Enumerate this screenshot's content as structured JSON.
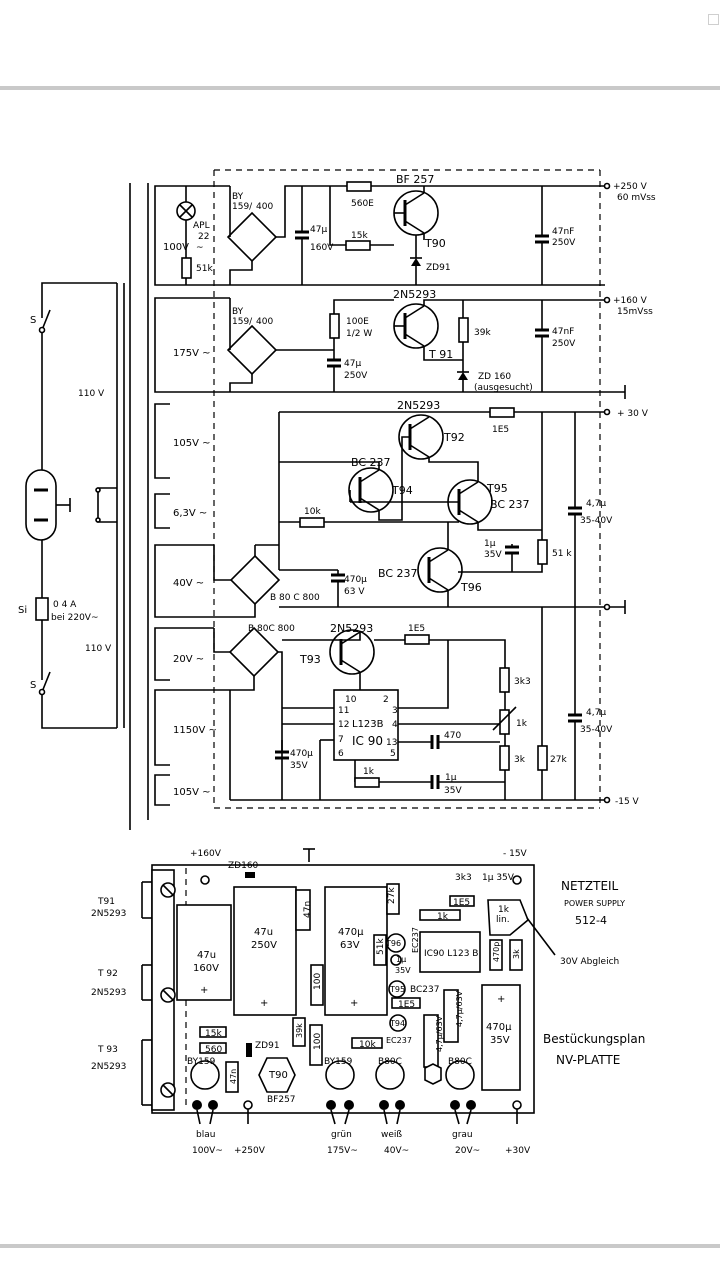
{
  "schematic": {
    "outputs": {
      "v250": "+250 V",
      "v250_ripple": "60 mVss",
      "v160": "+160 V",
      "v160_ripple": "15mVss",
      "v30": "+ 30 V",
      "vm15": "-15 V"
    },
    "windings": {
      "w100": "100V",
      "w175": "175V ~",
      "w105a": "105V ~",
      "w63": "6,3V ~",
      "w40": "40V ~",
      "w20": "20V ~",
      "w1150": "1150V ~",
      "w105b": "105V ~",
      "primary_top": "110 V",
      "primary_bottom": "110 V"
    },
    "mains": {
      "switch_top": "S",
      "switch_bottom": "S",
      "fuse_ref": "Si",
      "fuse_value": "0 4 A",
      "fuse_note": "bei 220V~"
    },
    "parts": {
      "lamp": "APL",
      "lamp_num": "22",
      "lamp_tilde": "~",
      "r51k_top": "51k",
      "by_1a": "BY",
      "by_1b": "159/",
      "by_1c": "400",
      "by_2a": "BY",
      "by_2b": "159/",
      "by_2c": "400",
      "c47_160_a": "47µ",
      "c47_160_b": "160V",
      "r560e": "560E",
      "r15k": "15k",
      "bf257": "BF 257",
      "t90": "T90",
      "zd91": "ZD91",
      "c47nf_a1": "47nF",
      "c47nf_a2": "250V",
      "t91_type": "2N5293",
      "r100e_a": "100E",
      "r100e_b": "1/2 W",
      "c47_250_a": "47µ",
      "c47_250_b": "250V",
      "t91": "T 91",
      "r39k": "39k",
      "c47nf_b1": "47nF",
      "c47nf_b2": "250V",
      "zd160": "ZD 160",
      "zd160_note": "(ausgesucht)",
      "t92_type": "2N5293",
      "t92": "T92",
      "r1e5_top": "1E5",
      "bc237_t94": "BC 237",
      "t94": "T94",
      "t95": "T95",
      "bc237_t95": "BC 237",
      "r10k": "10k",
      "c1u_a": "1µ",
      "c1u_b": "35V",
      "r51k_mid": "51 k",
      "c47_35_a": "4,7µ",
      "c47_35_b": "35-40V",
      "bc237_t96": "BC 237",
      "t96": "T96",
      "bridge40": "B 80 C 800",
      "c470_63_a": "470µ",
      "c470_63_b": "63 V",
      "bridge20": "B 80C 800",
      "t93_type": "2N5293",
      "t93": "T93",
      "r1e5_mid": "1E5",
      "ic_pin10": "10",
      "ic_pin2": "2",
      "ic_pin11": "11",
      "ic_pin12": "12",
      "ic_type": "L123B",
      "ic_pin3": "3",
      "ic_pin4": "4",
      "ic_pin7": "7",
      "ic_name": "IC 90",
      "ic_pin13": "13",
      "ic_pin6": "6",
      "ic_pin5": "5",
      "r3k3": "3k3",
      "pot1k": "1k",
      "c470p": "470",
      "r3k": "3k",
      "r27k": "27k",
      "c47_35b_a": "4,7µ",
      "c47_35b_b": "35-40V",
      "c470_35_a": "470µ",
      "c470_35_b": "35V",
      "r1k": "1k",
      "c1u35_a": "1µ",
      "c1u35_b": "35V"
    }
  },
  "board": {
    "top_labels": {
      "v160": "+160V",
      "zd160": "ZD160",
      "vm15": "- 15V"
    },
    "title": {
      "line1": "NETZTEIL",
      "line2": "POWER SUPPLY",
      "line3": "512-4"
    },
    "trim_note": "30V Abgleich",
    "plan": {
      "line1": "Bestückungsplan",
      "line2": "NV-PLATTE"
    },
    "transistors": [
      {
        "ref": "T91",
        "type": "2N5293"
      },
      {
        "ref": "T 92",
        "type": "2N5293"
      },
      {
        "ref": "T 93",
        "type": "2N5293"
      }
    ],
    "components": {
      "c47u160_a": "47u",
      "c47u160_b": "160V",
      "c47u250_a": "47u",
      "c47u250_b": "250V",
      "c47n_top": "47n",
      "c470u63_a": "470µ",
      "c470u63_b": "63V",
      "r27k": "27k",
      "r3k3": "3k3",
      "c1u35v": "1µ 35V",
      "r1e5_top": "1E5",
      "r1k": "1k",
      "pot_a": "1k",
      "pot_b": "lin.",
      "r51k": "51k",
      "t96": "T96",
      "ec237_a": "EC237",
      "c1u_a": "1µ",
      "c1u_b": "35V",
      "ic": "IC90  L123 B",
      "c470p": "470p",
      "r3k": "3k",
      "r100_a": "100",
      "plus1": "+",
      "plus2": "+",
      "plus3": "+",
      "plus4": "+",
      "t95": "T95",
      "bc237": "BC237",
      "r1e5_mid": "1E5",
      "c47u63_a": "4,7µ/63V",
      "c47u63_b": "4,7µ/63V",
      "c470u35_a": "470µ",
      "c470u35_b": "35V",
      "r15k": "15k",
      "r560": "560",
      "r39k": "39k",
      "r100_b": "100",
      "zd91": "ZD91",
      "t94": "T94",
      "r10k": "10k",
      "ec237_b": "EC237",
      "by159_a": "BY159",
      "by159_b": "BY159",
      "c47n_bot": "47n",
      "t90": "T90",
      "bf257": "BF257",
      "b80c_a": "B80C",
      "b80c_b": "B80C"
    },
    "wires": [
      {
        "color": "blau",
        "voltage": "100V~"
      },
      {
        "color": "",
        "voltage": "+250V"
      },
      {
        "color": "grün",
        "voltage": "175V~"
      },
      {
        "color": "weiß",
        "voltage": "40V~"
      },
      {
        "color": "grau",
        "voltage": "20V~"
      },
      {
        "color": "",
        "voltage": "+30V"
      }
    ]
  }
}
